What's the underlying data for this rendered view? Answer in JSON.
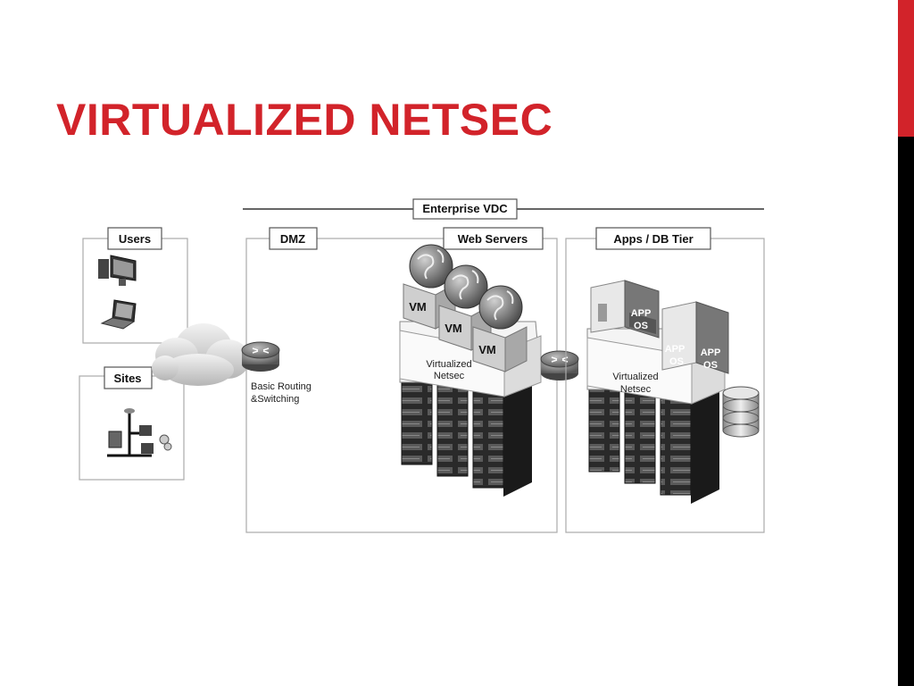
{
  "slide": {
    "title": "VIRTUALIZED NETSEC"
  },
  "diagram": {
    "enterprise_label": "Enterprise VDC",
    "users_label": "Users",
    "sites_label": "Sites",
    "dmz_label": "DMZ",
    "web_servers_label": "Web Servers",
    "apps_db_label": "Apps / DB Tier",
    "routing_label_line1": "Basic Routing",
    "routing_label_line2": "&Switching",
    "vm_label": "VM",
    "netsec_dmz_line1": "Virtualized",
    "netsec_dmz_line2": "Netsec",
    "netsec_app_line1": "Virtualized",
    "netsec_app_line2": "Netsec",
    "app_label": "APP",
    "os_label": "OS"
  },
  "colors": {
    "accent": "#d2232a",
    "sidebar_dark": "#000000"
  }
}
